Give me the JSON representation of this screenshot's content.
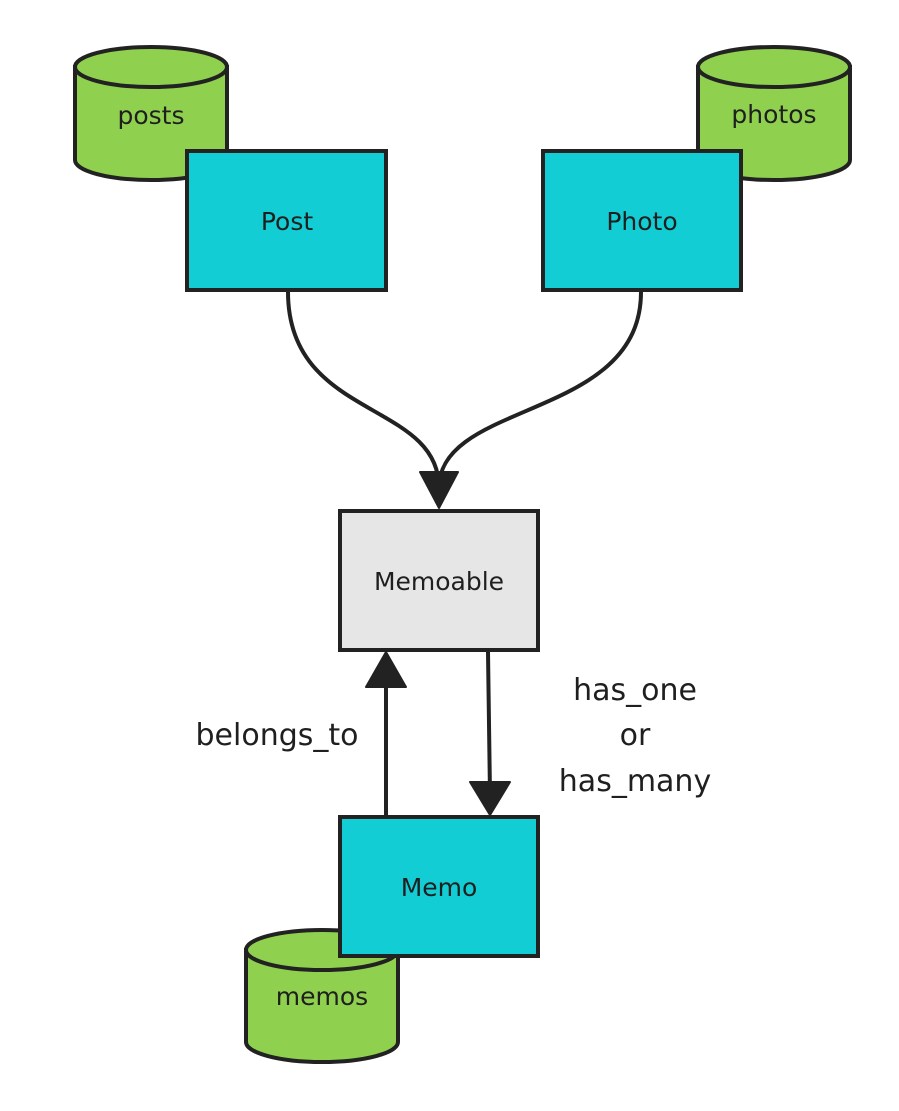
{
  "nodes": {
    "posts_table": {
      "label": "posts",
      "kind": "database"
    },
    "photos_table": {
      "label": "photos",
      "kind": "database"
    },
    "memos_table": {
      "label": "memos",
      "kind": "database"
    },
    "post": {
      "label": "Post",
      "kind": "model"
    },
    "photo": {
      "label": "Photo",
      "kind": "model"
    },
    "memoable": {
      "label": "Memoable",
      "kind": "interface"
    },
    "memo": {
      "label": "Memo",
      "kind": "model"
    }
  },
  "edges": {
    "post_to_memoable": {
      "from": "Post",
      "to": "Memoable"
    },
    "photo_to_memoable": {
      "from": "Photo",
      "to": "Memoable"
    },
    "memo_to_memoable": {
      "from": "Memo",
      "to": "Memoable",
      "label": "belongs_to"
    },
    "memoable_to_memo": {
      "from": "Memoable",
      "to": "Memo",
      "label_lines": [
        "has_one",
        "or",
        "has_many"
      ]
    }
  },
  "colors": {
    "database_fill": "#8fd14f",
    "model_fill": "#12cdd4",
    "interface_fill": "#e6e6e6",
    "stroke": "#222222",
    "background": "#ffffff"
  }
}
